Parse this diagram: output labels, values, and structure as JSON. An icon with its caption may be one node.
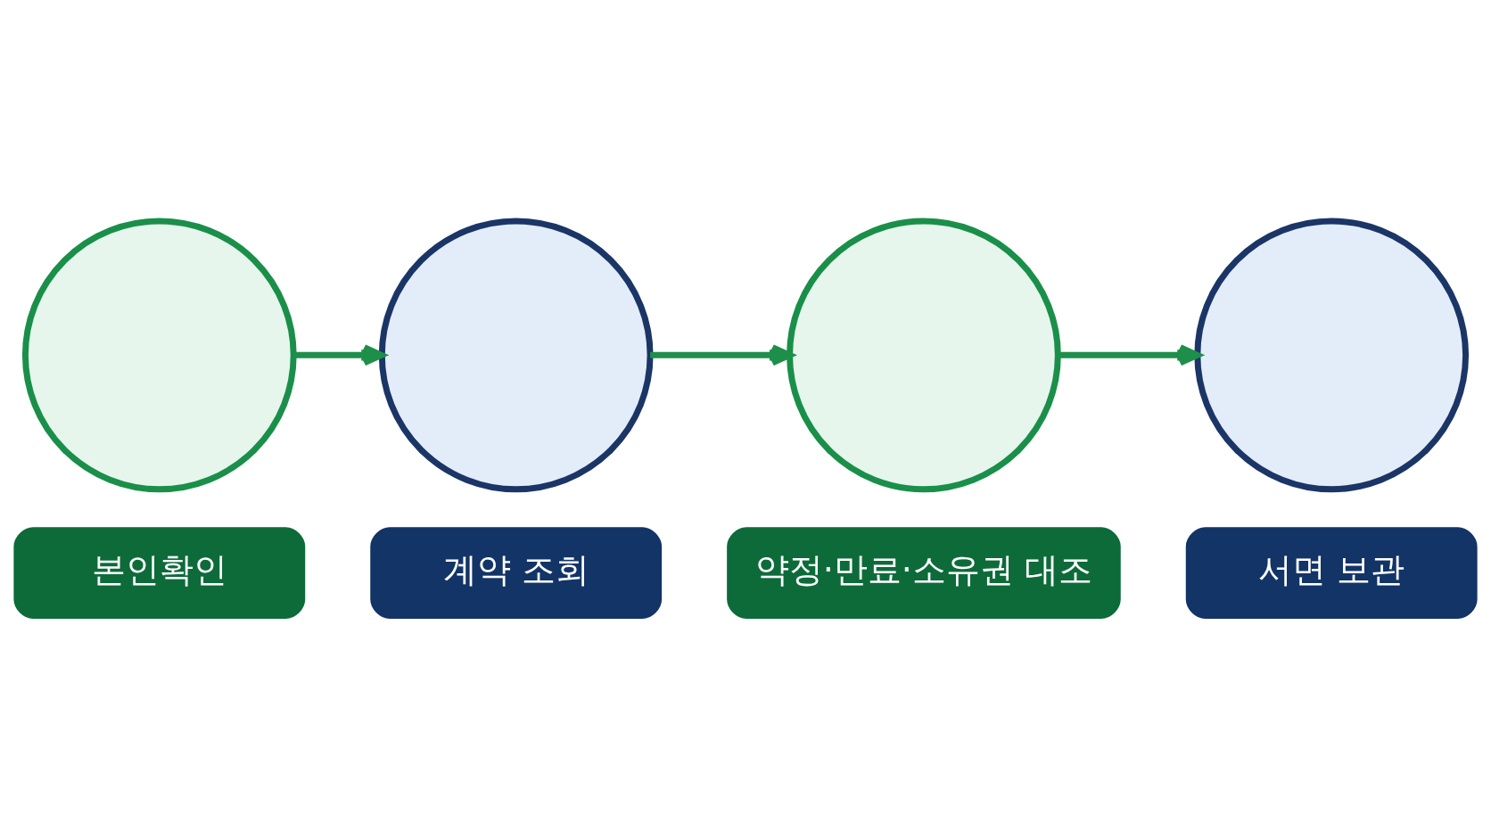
{
  "diagram": {
    "nodes": [
      {
        "text": [],
        "shape": "circle"
      },
      {
        "text": [],
        "shape": "circle"
      },
      {
        "text": [],
        "shape": "circle"
      },
      {
        "text": [],
        "shape": "circle"
      },
      {
        "text": [
          "본인확인"
        ]
      },
      {
        "text": [
          "계약 조회"
        ]
      },
      {
        "text": [
          "약정·만료·소유권 대조"
        ]
      },
      {
        "text": [
          "서면 보관"
        ]
      }
    ],
    "edges": [
      {
        "from": 0,
        "to": 1,
        "arrow": "to"
      },
      {
        "from": 1,
        "to": 2,
        "arrow": "to"
      },
      {
        "from": 2,
        "to": 3,
        "arrow": "to"
      }
    ]
  }
}
